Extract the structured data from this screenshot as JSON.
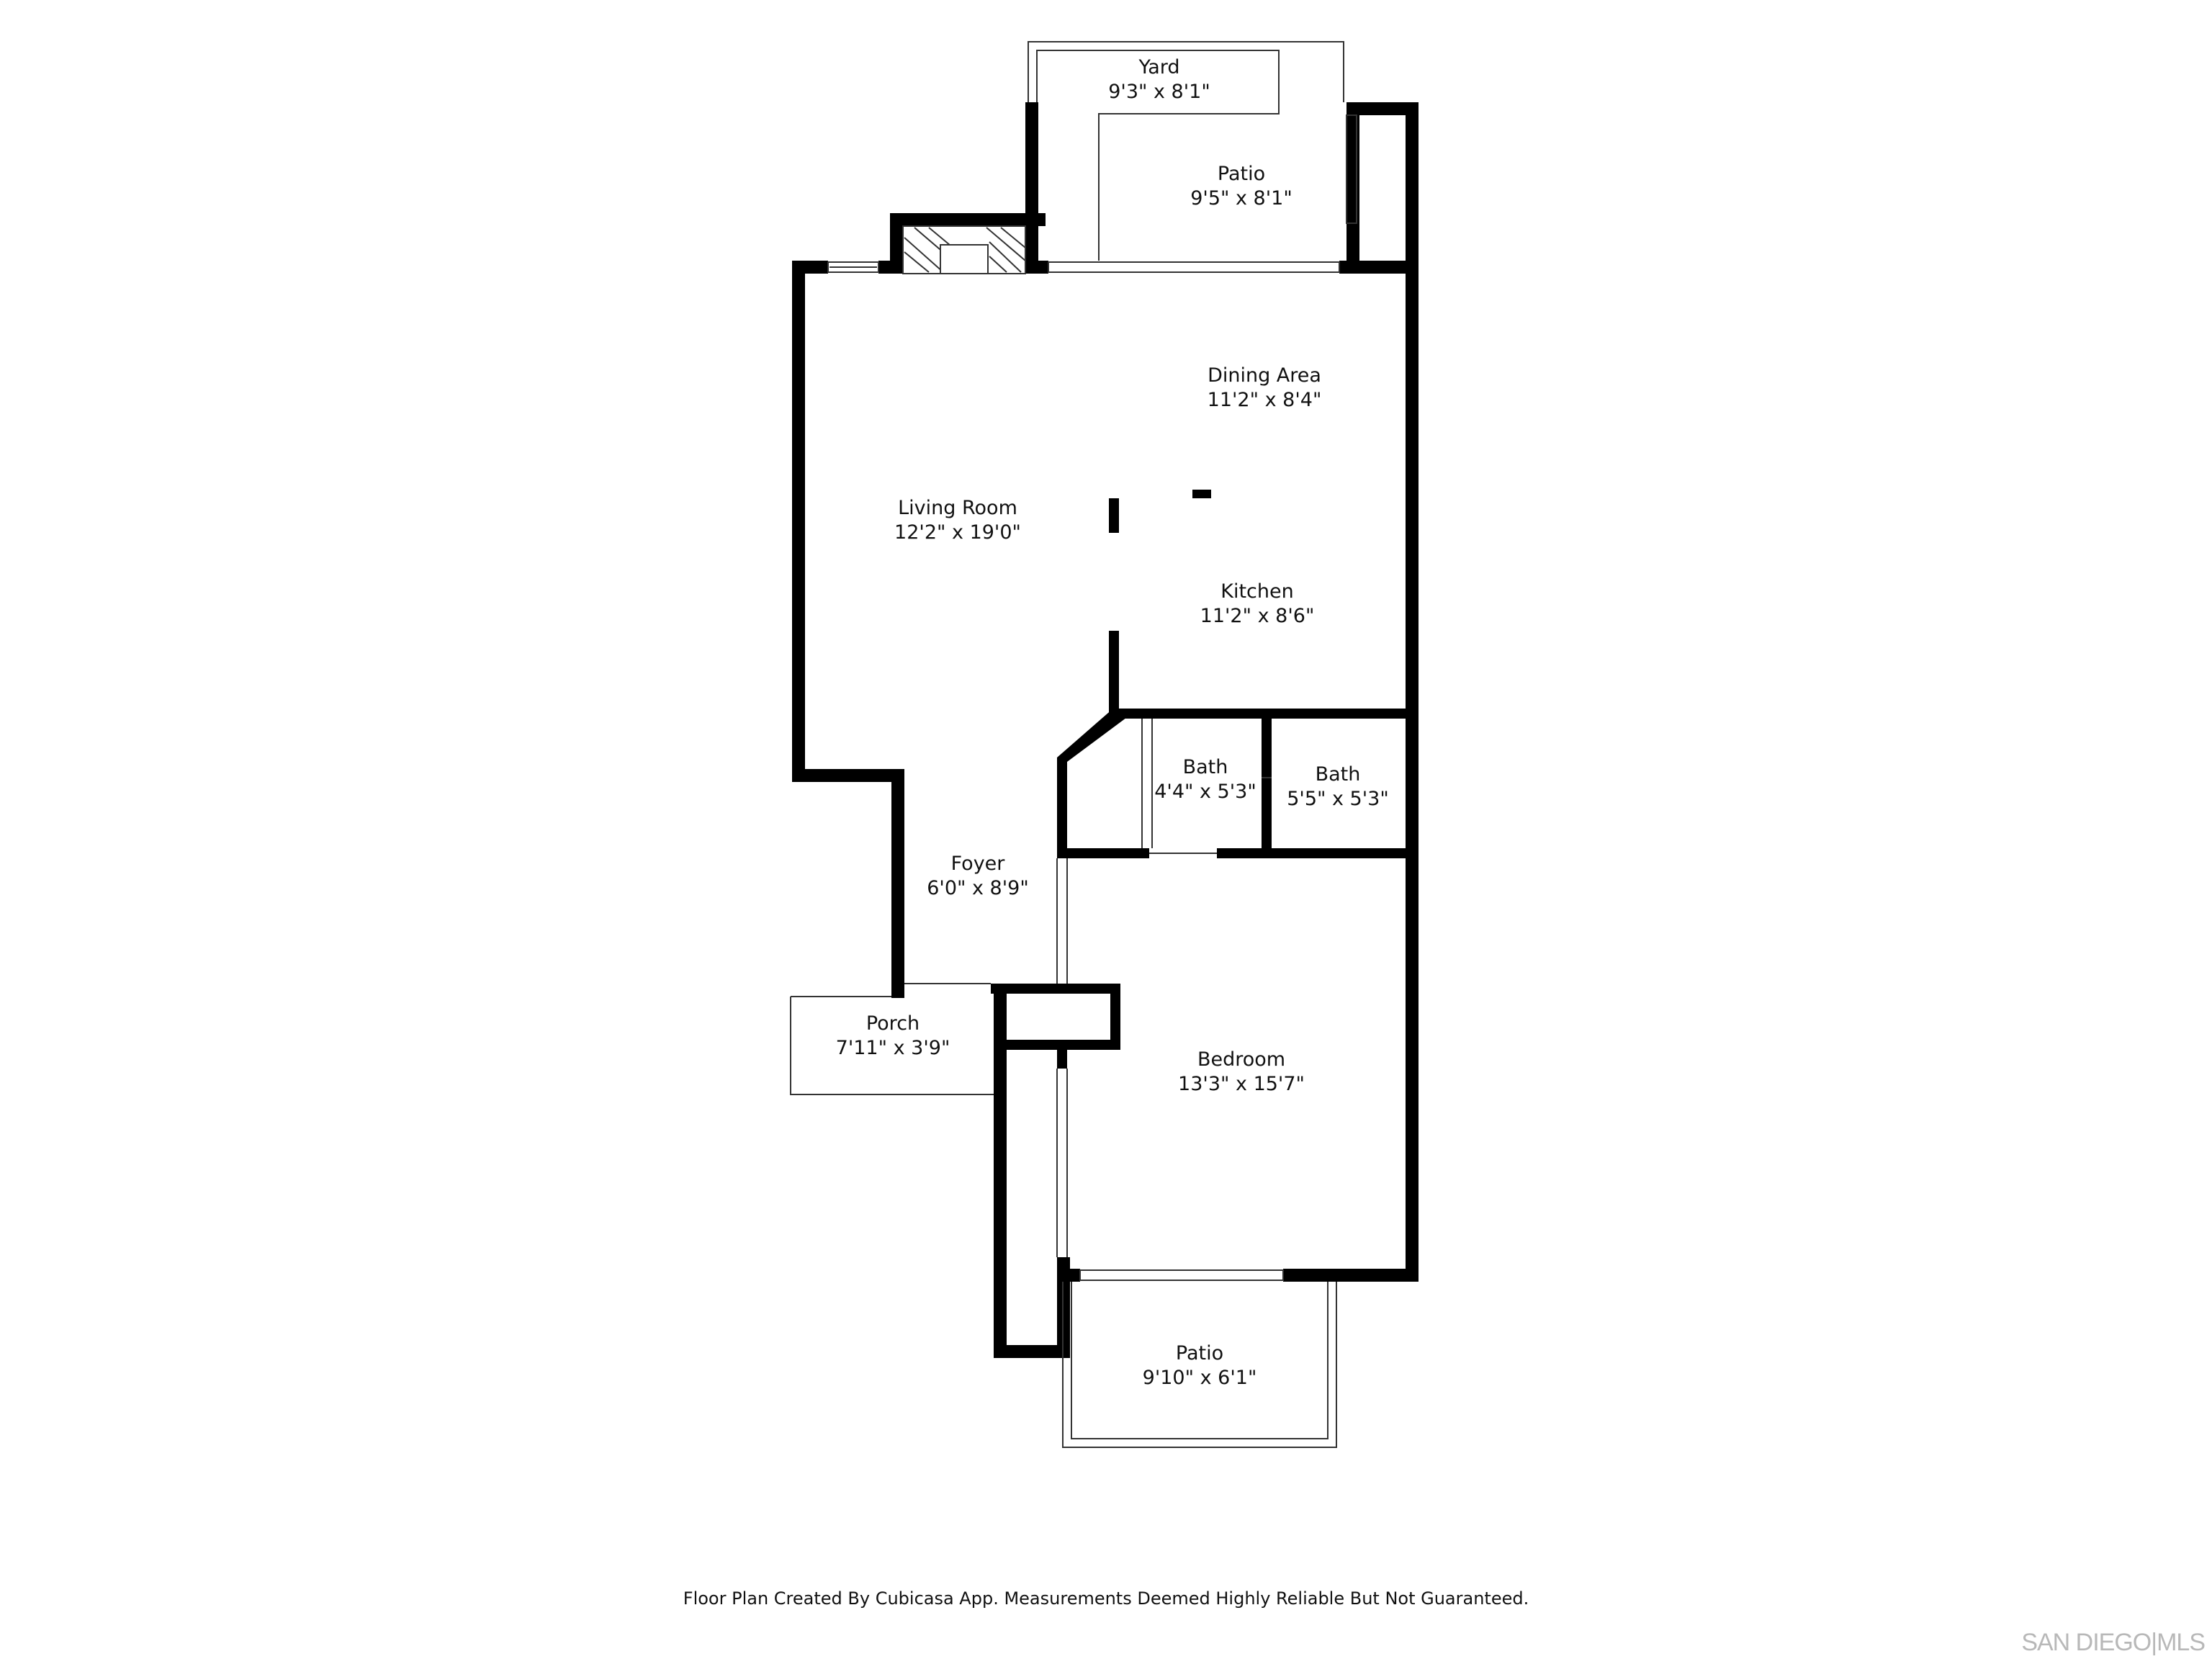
{
  "rooms": {
    "yard": {
      "name": "Yard",
      "dims": "9'3\" x 8'1\""
    },
    "patio_top": {
      "name": "Patio",
      "dims": "9'5\" x 8'1\""
    },
    "dining": {
      "name": "Dining Area",
      "dims": "11'2\" x 8'4\""
    },
    "living": {
      "name": "Living Room",
      "dims": "12'2\" x 19'0\""
    },
    "kitchen": {
      "name": "Kitchen",
      "dims": "11'2\" x 8'6\""
    },
    "bath1": {
      "name": "Bath",
      "dims": "4'4\" x 5'3\""
    },
    "bath2": {
      "name": "Bath",
      "dims": "5'5\" x 5'3\""
    },
    "foyer": {
      "name": "Foyer",
      "dims": "6'0\" x 8'9\""
    },
    "porch": {
      "name": "Porch",
      "dims": "7'11\" x 3'9\""
    },
    "bedroom": {
      "name": "Bedroom",
      "dims": "13'3\" x 15'7\""
    },
    "patio_bottom": {
      "name": "Patio",
      "dims": "9'10\" x 6'1\""
    }
  },
  "footer": {
    "disclaimer": "Floor Plan Created By Cubicasa App. Measurements Deemed Highly Reliable But Not Guaranteed."
  },
  "brand": {
    "text": "SAN DIEGO|MLS"
  },
  "colors": {
    "wall": "#000000",
    "thin": "#333333",
    "background": "#ffffff"
  }
}
